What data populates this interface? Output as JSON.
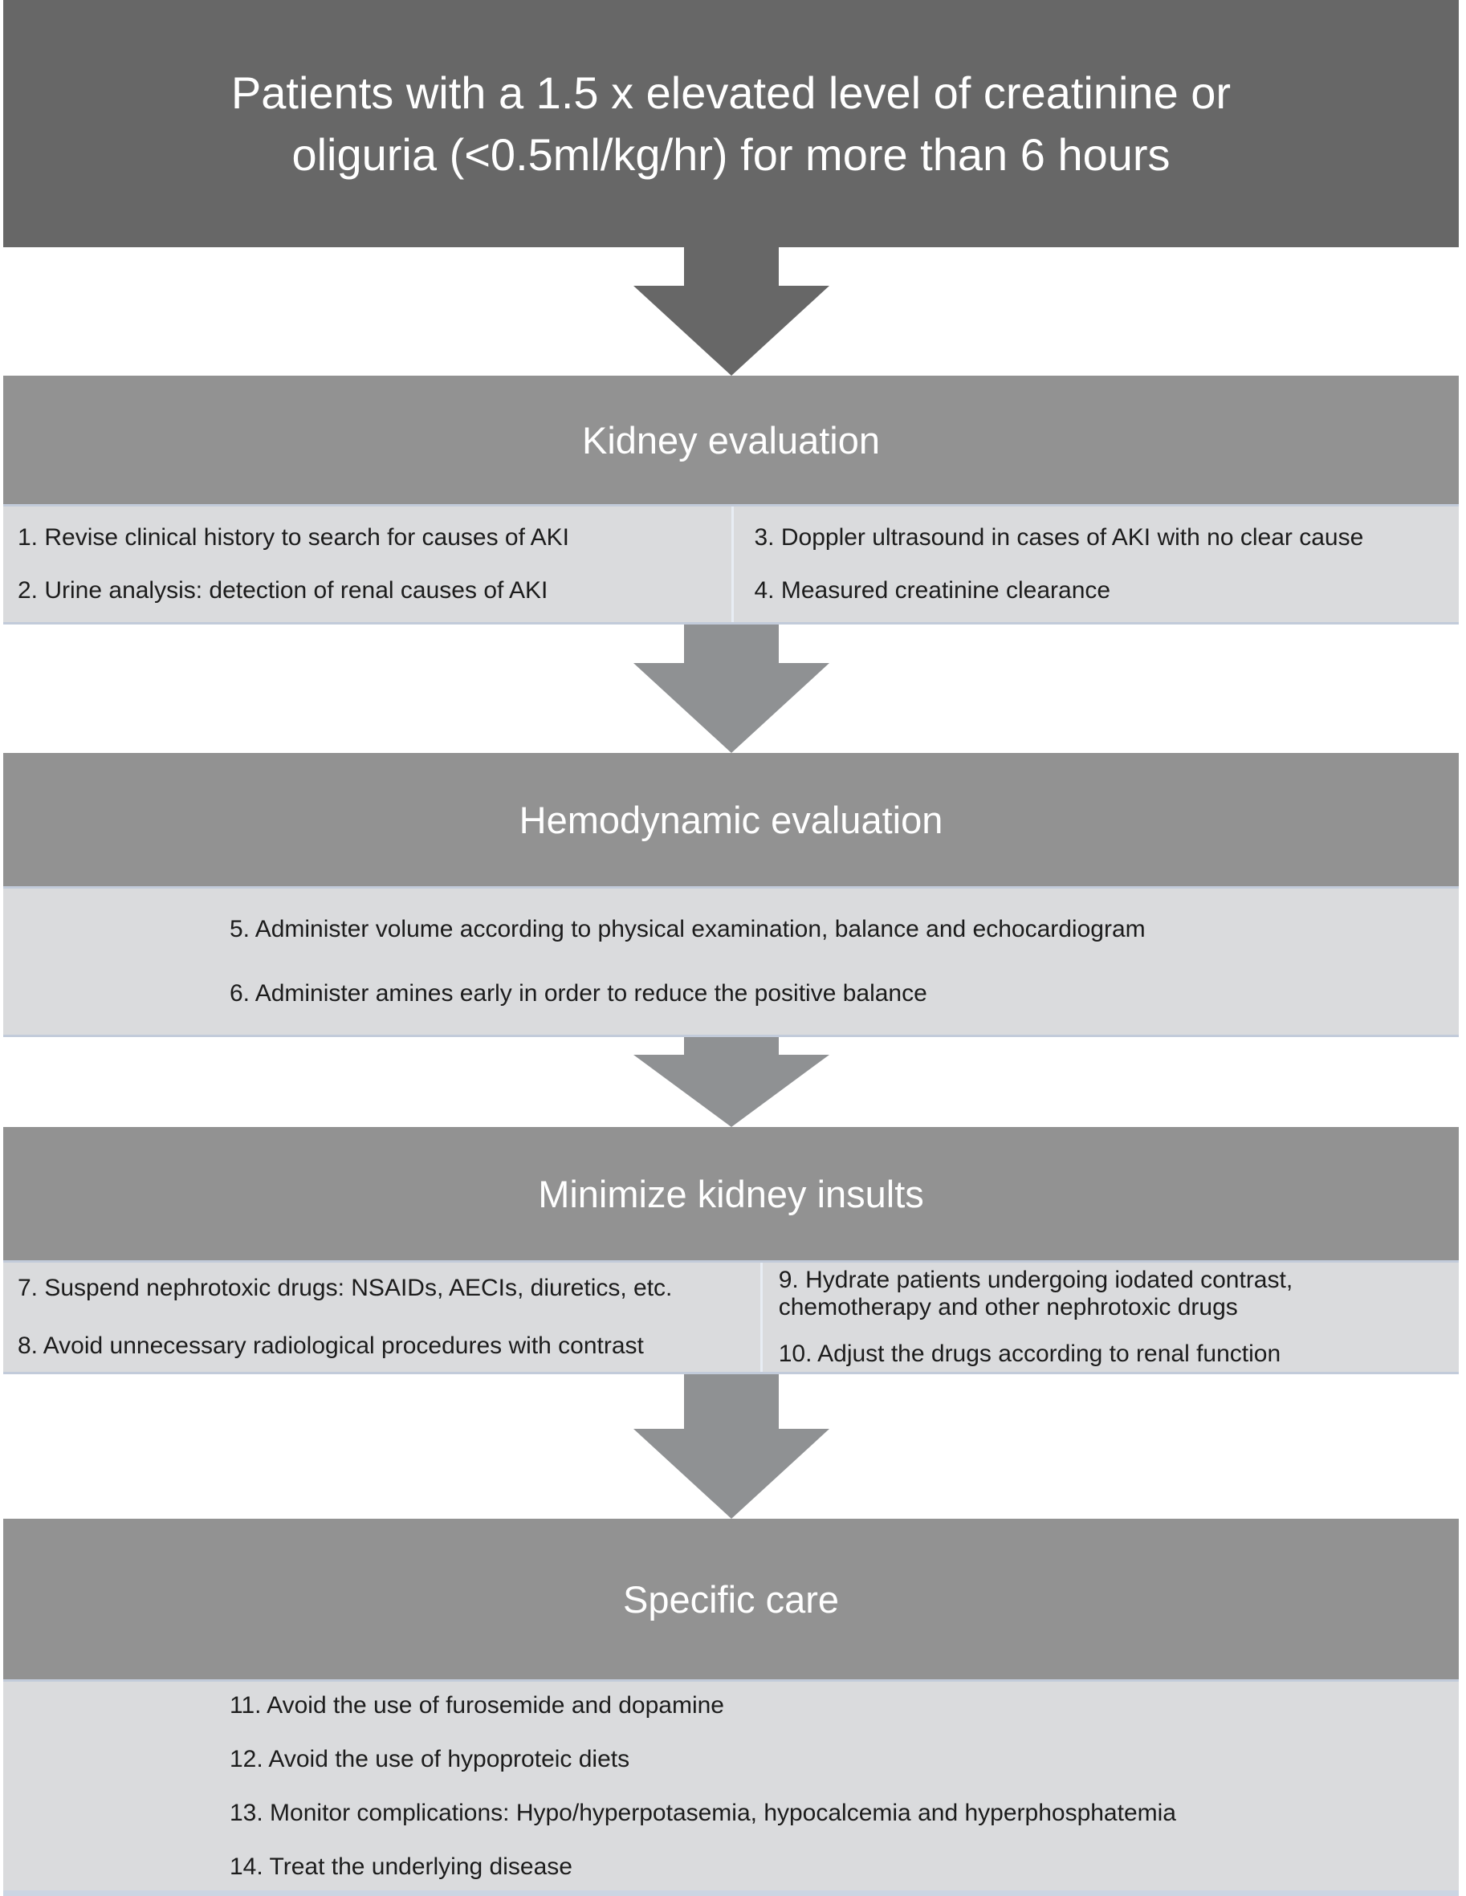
{
  "figure": {
    "entry_criteria": "Patients with a 1.5 x elevated level of creatinine or oliguria (<0.5ml/kg/hr) for more than 6 hours"
  },
  "sections": [
    {
      "header": "Kidney evaluation",
      "left": [
        "1. Revise clinical history to search for causes of AKI",
        "2. Urine analysis: detection of renal causes of AKI"
      ],
      "right": [
        "3. Doppler ultrasound in cases of AKI with no clear cause",
        "4. Measured creatinine clearance"
      ]
    },
    {
      "header": "Hemodynamic evaluation",
      "items": [
        "5. Administer volume according to physical examination, balance and echocardiogram",
        "6. Administer amines early in order to reduce the positive balance"
      ]
    },
    {
      "header": "Minimize kidney insults",
      "left": [
        "7. Suspend nephrotoxic drugs: NSAIDs, AECIs, diuretics, etc.",
        "8. Avoid unnecessary radiological procedures with contrast"
      ],
      "right": [
        "9. Hydrate patients undergoing iodated contrast, chemotherapy and other nephrotoxic drugs",
        "10. Adjust the drugs according to renal function"
      ]
    },
    {
      "header": "Specific care",
      "items": [
        "11. Avoid the use of furosemide and dopamine",
        "12. Avoid the use of hypoproteic diets",
        "13. Monitor complications: Hypo/hyperpotasemia, hypocalcemia and hyperphosphatemia",
        "14. Treat the underlying disease"
      ]
    }
  ],
  "colors": {
    "entry_box": "#676767",
    "dark_arrow": "#676767",
    "gray_arrow": "#8f9193",
    "stage_band": "#929292",
    "items_box": "#dadbdd",
    "items_box_border": "#c2cbda",
    "column_divider": "#e8edf4",
    "bottom_strip": "#ccd5e3",
    "text_on_dark": "#ffffff",
    "text_on_light": "#1c1c1c"
  }
}
